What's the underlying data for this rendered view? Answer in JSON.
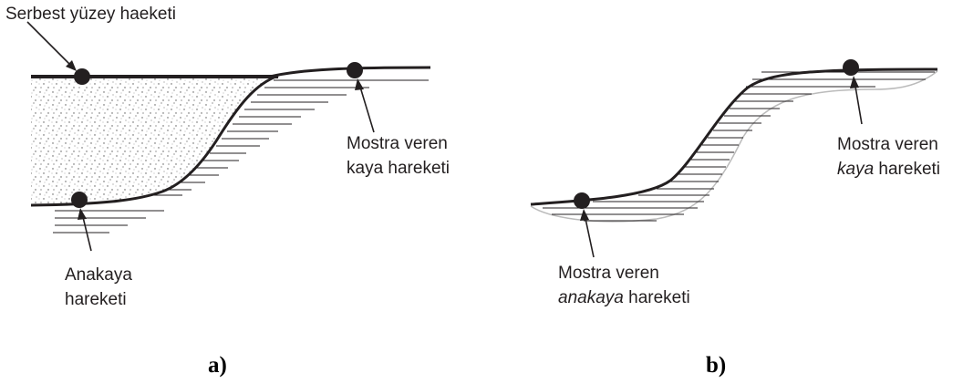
{
  "panel_a": {
    "label_free_surface": "Serbest yüzey haeketi",
    "label_outcrop_line1": "Mostra veren",
    "label_outcrop_line2": "kaya hareketi",
    "label_bedrock_line1": "Anakaya",
    "label_bedrock_line2": "hareketi",
    "caption": "a)"
  },
  "panel_b": {
    "label_outcrop_line1": "Mostra veren",
    "label_outcrop_line2_italic": "kaya",
    "label_outcrop_line2_rest": " hareketi",
    "label_bedrock_line1": "Mostra veren",
    "label_bedrock_line2_italic": "anakaya",
    "label_bedrock_line2_rest": " hareketi",
    "caption": "b)"
  },
  "colors": {
    "ink": "#231f20",
    "soil_dot": "#555555"
  }
}
